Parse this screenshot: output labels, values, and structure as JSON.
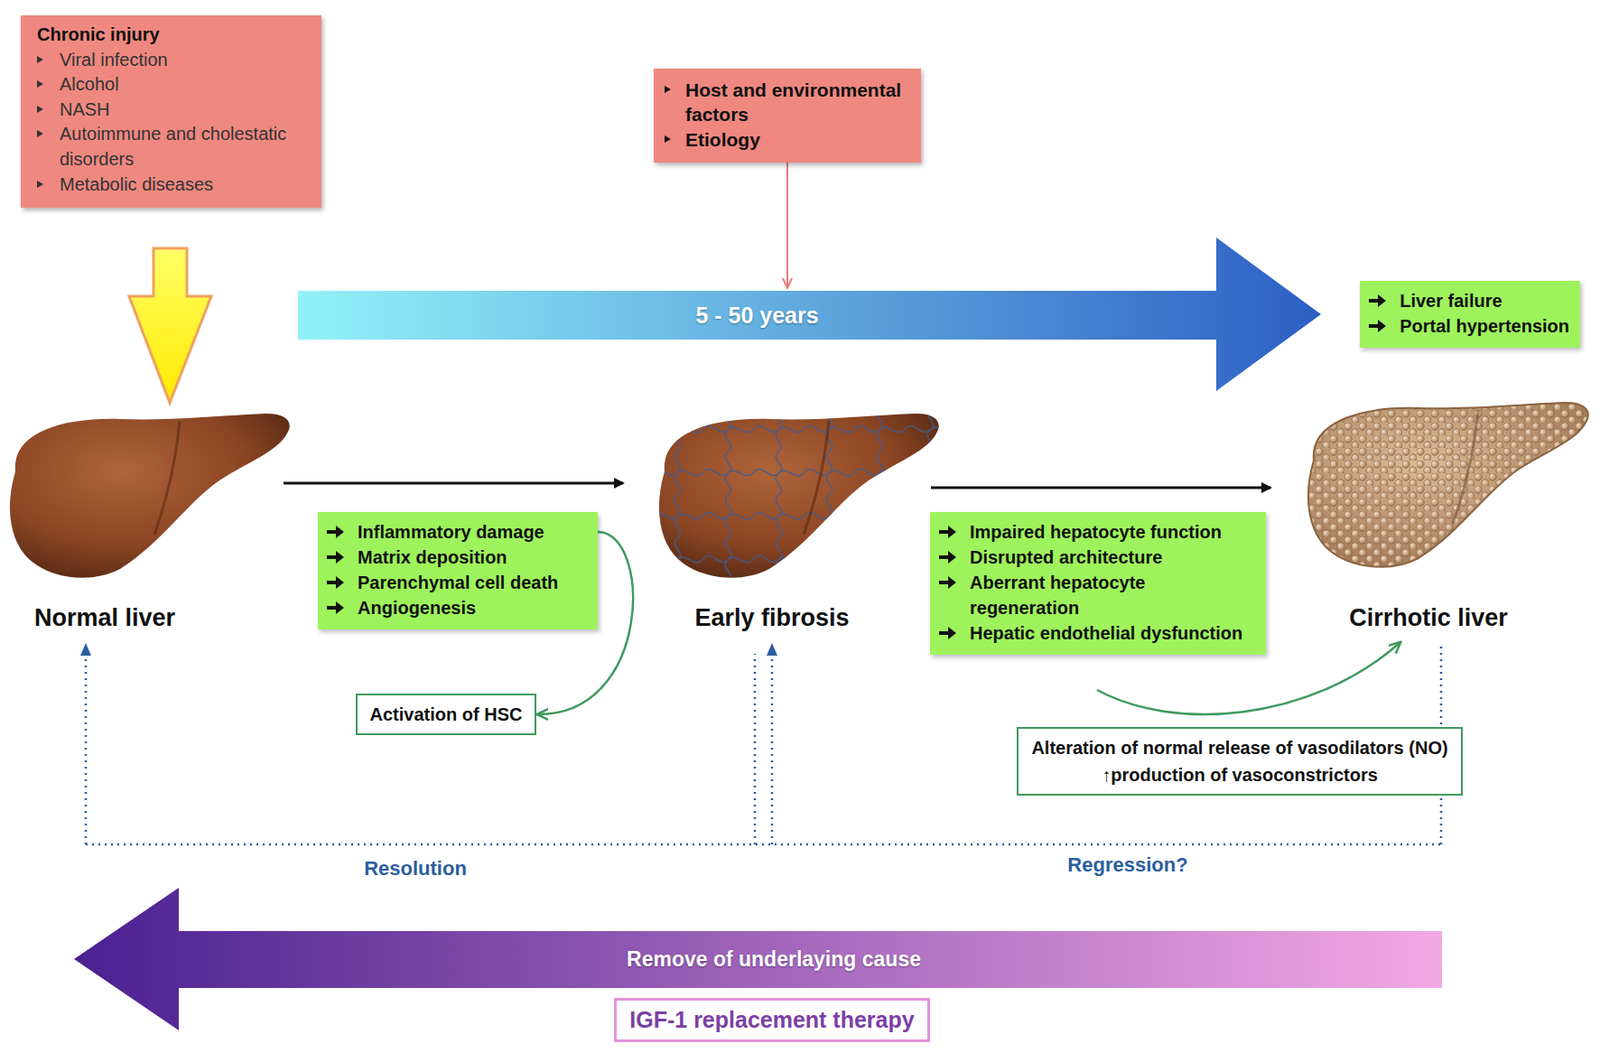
{
  "diagram": {
    "nodes": [
      {
        "text": [
          "Chronic injury",
          "Viral infection",
          "Alcohol",
          "NASH",
          "Autoimmune and cholestatic disorders",
          "Metabolic diseases"
        ]
      },
      {
        "text": [
          "Host and environmental factors",
          "Etiology"
        ]
      },
      {
        "text": [
          "5 - 50 years"
        ]
      },
      {
        "text": [
          "Liver failure",
          "Portal hypertension"
        ]
      },
      {
        "text": [
          "Inflammatory damage",
          "Matrix deposition",
          "Parenchymal cell death",
          "Angiogenesis"
        ]
      },
      {
        "text": [
          "Activation of HSC"
        ]
      },
      {
        "text": [
          "Impaired hepatocyte function",
          "Disrupted architecture",
          "Aberrant hepatocyte regeneration",
          "Hepatic endothelial dysfunction"
        ]
      },
      {
        "text": [
          "Alteration of normal release of vasodilators (NO)",
          "↑production of vasoconstrictors"
        ]
      },
      {
        "text": [
          "Remove of underlaying cause"
        ]
      },
      {
        "text": [
          "IGF-1 replacement therapy"
        ]
      }
    ],
    "edges": [
      {
        "from": 4,
        "to": 5,
        "arrow": "to"
      },
      {
        "from": 1,
        "to": 2,
        "arrow": "to"
      }
    ],
    "labels": [
      "Normal liver",
      "Early fibrosis",
      "Cirrhotic liver",
      "Resolution",
      "Regression?"
    ]
  }
}
